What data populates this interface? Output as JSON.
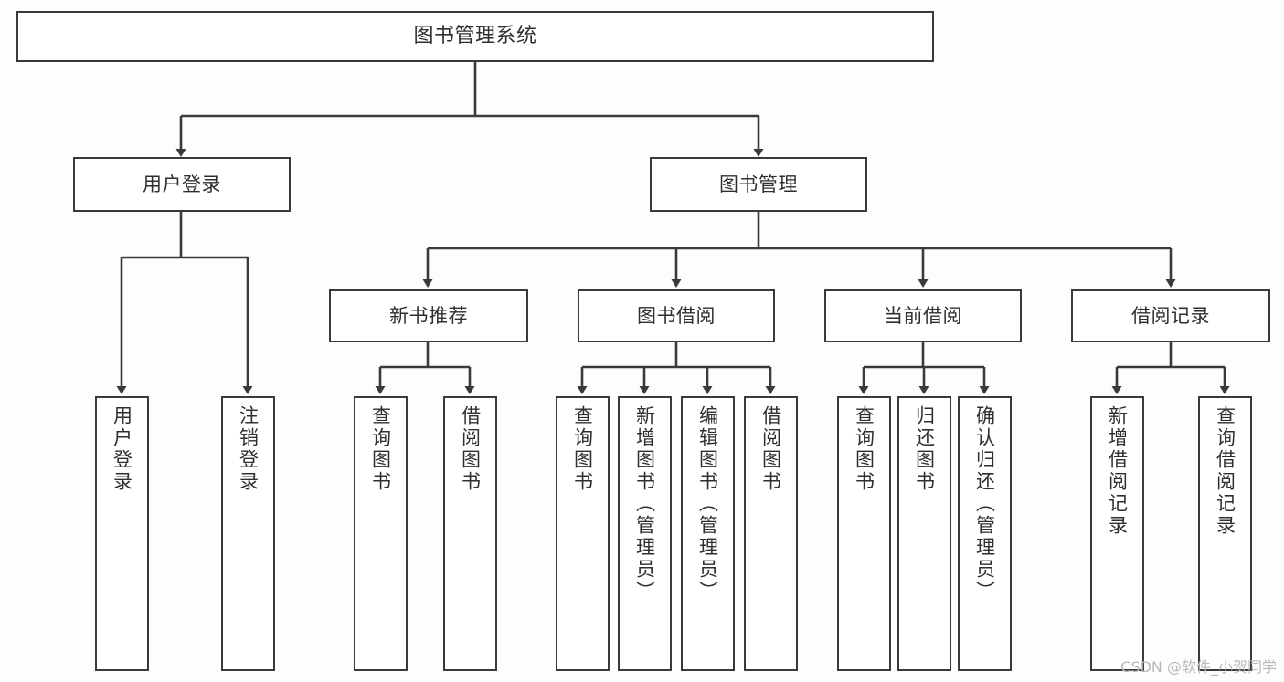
{
  "diagram": {
    "title": "图书管理系统",
    "type": "tree-hierarchy-chart",
    "background_color": "#fdfdfd",
    "line_color": "#3a3a3a",
    "text_color": "#2f2f2f",
    "root": {
      "id": "root",
      "label": "图书管理系统"
    },
    "level2": [
      {
        "id": "user-login",
        "label": "用户登录"
      },
      {
        "id": "book-manage",
        "label": "图书管理"
      }
    ],
    "level3": [
      {
        "id": "new-book-rec",
        "label": "新书推荐"
      },
      {
        "id": "book-borrow",
        "label": "图书借阅"
      },
      {
        "id": "current-borrow",
        "label": "当前借阅"
      },
      {
        "id": "borrow-record",
        "label": "借阅记录"
      }
    ],
    "leaves": {
      "user_login": [
        {
          "id": "leaf-user-login",
          "label": "用户登录"
        },
        {
          "id": "leaf-logout-login",
          "label": "注销登录"
        }
      ],
      "new_book_rec": [
        {
          "id": "leaf-query-book-1",
          "label": "查询图书"
        },
        {
          "id": "leaf-borrow-book-1",
          "label": "借阅图书"
        }
      ],
      "book_borrow": [
        {
          "id": "leaf-query-book-2",
          "label": "查询图书"
        },
        {
          "id": "leaf-add-book",
          "label": "新增图书（管理员）"
        },
        {
          "id": "leaf-edit-book",
          "label": "编辑图书（管理员）"
        },
        {
          "id": "leaf-borrow-book-2",
          "label": "借阅图书"
        }
      ],
      "current_borrow": [
        {
          "id": "leaf-query-book-3",
          "label": "查询图书"
        },
        {
          "id": "leaf-return-book",
          "label": "归还图书"
        },
        {
          "id": "leaf-confirm-return",
          "label": "确认归还（管理员）"
        }
      ],
      "borrow_record": [
        {
          "id": "leaf-add-record",
          "label": "新增借阅记录"
        },
        {
          "id": "leaf-query-record",
          "label": "查询借阅记录"
        }
      ]
    }
  },
  "watermark": {
    "text": "CSDN @软件_小贺同学"
  }
}
